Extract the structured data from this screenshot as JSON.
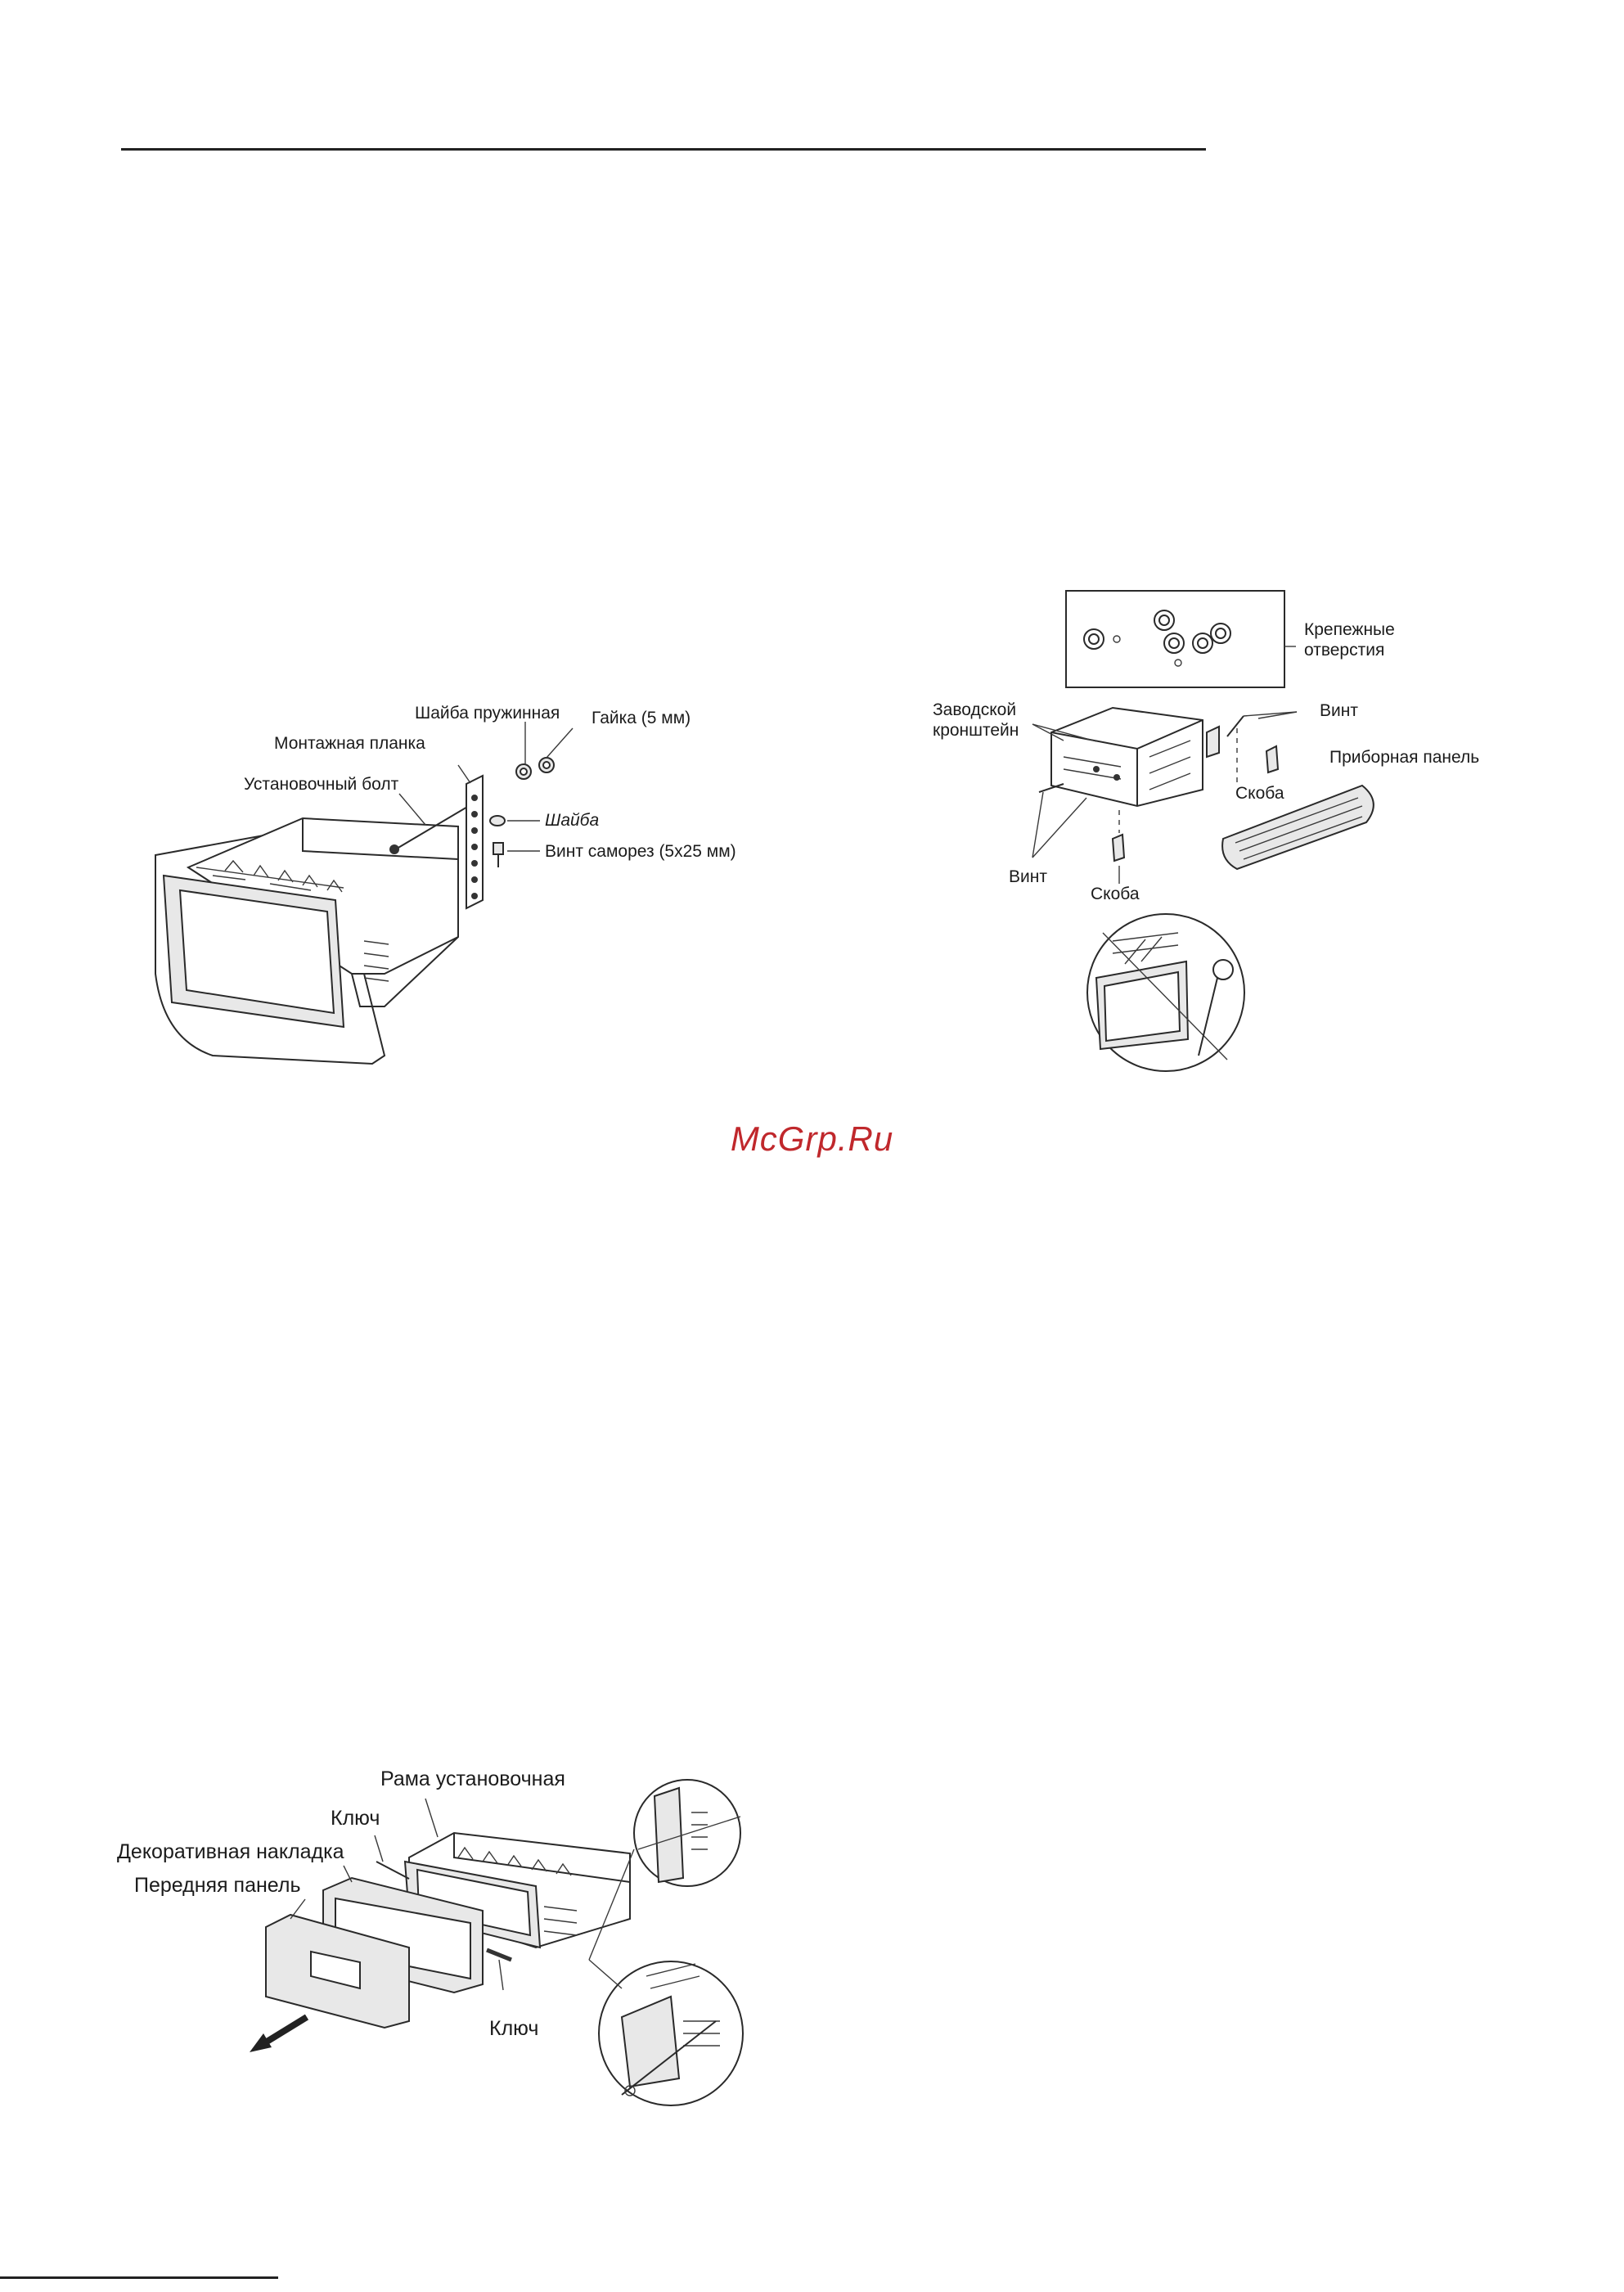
{
  "figure_install": {
    "spring_washer": "Шайба пружинная",
    "nut": "Гайка (5 мм)",
    "mount_strap": "Монтажная планка",
    "mount_bolt": "Установочный болт",
    "washer": "Шайба",
    "screw": "Винт саморез (5x25 мм)"
  },
  "figure_bracket": {
    "mount_holes": "Крепежные отверстия",
    "factory_bracket": "Заводской кронштейн",
    "screw_top": "Винт",
    "dashboard": "Приборная панель",
    "clip_right": "Скоба",
    "screw_left": "Винт",
    "clip_bottom": "Скоба"
  },
  "watermark": "McGrp.Ru",
  "figure_removal": {
    "frame": "Рама установочная",
    "key_top": "Ключ",
    "trim": "Декоративная накладка",
    "front_panel": "Передняя панель",
    "key_bottom": "Ключ"
  }
}
